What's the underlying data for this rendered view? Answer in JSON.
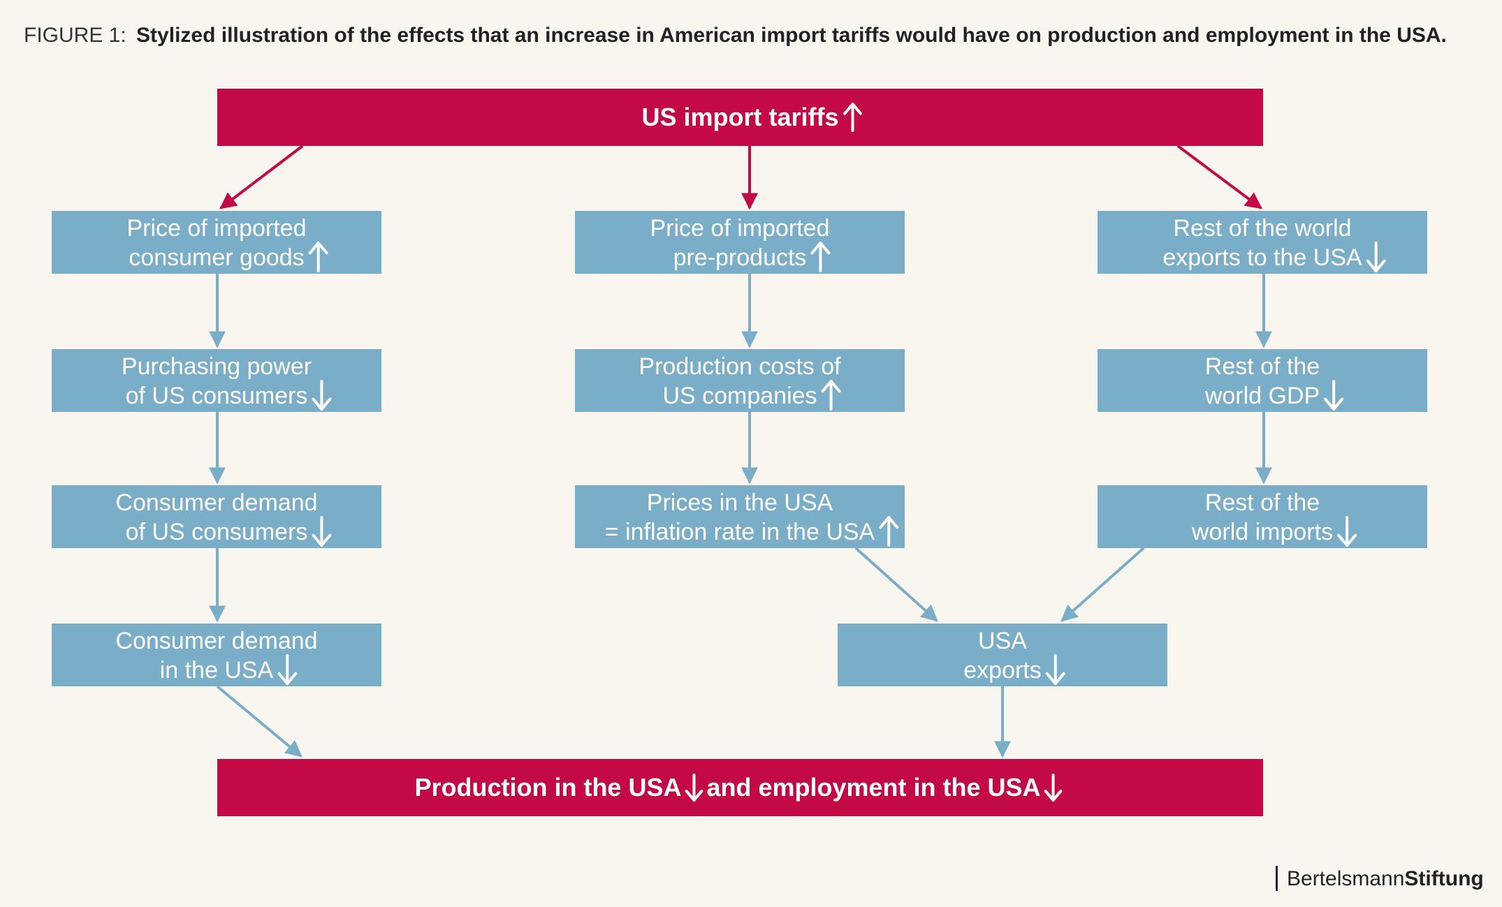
{
  "caption": {
    "prefix": "FIGURE 1:",
    "title": "Stylized illustration of the effects that an increase in American import tariffs would have on production and employment in the USA."
  },
  "nodes": {
    "tariffs": {
      "lines": [
        "US import tariffs"
      ],
      "direction": "up"
    },
    "price_consumer_goods": {
      "lines": [
        "Price of imported",
        "consumer goods"
      ],
      "direction": "up"
    },
    "price_pre_products": {
      "lines": [
        "Price of imported",
        "pre-products"
      ],
      "direction": "up"
    },
    "row_exports": {
      "lines": [
        "Rest of the world",
        "exports to the USA"
      ],
      "direction": "down"
    },
    "purchasing_power": {
      "lines": [
        "Purchasing power",
        "of US consumers"
      ],
      "direction": "down"
    },
    "production_costs": {
      "lines": [
        "Production costs of",
        "US companies"
      ],
      "direction": "up"
    },
    "row_gdp": {
      "lines": [
        "Rest of the",
        "world GDP"
      ],
      "direction": "down"
    },
    "consumer_demand_us_consumers": {
      "lines": [
        "Consumer demand",
        "of US consumers"
      ],
      "direction": "down"
    },
    "prices_usa": {
      "lines": [
        "Prices in the USA",
        "= inflation rate in the USA"
      ],
      "direction": "up"
    },
    "row_imports": {
      "lines": [
        "Rest of the",
        "world imports"
      ],
      "direction": "down"
    },
    "consumer_demand_usa": {
      "lines": [
        "Consumer demand",
        "in the USA"
      ],
      "direction": "down"
    },
    "usa_exports": {
      "lines": [
        "USA",
        "exports"
      ],
      "direction": "down"
    },
    "production": {
      "part1": "Production in the USA",
      "part1_direction": "down",
      "part2": "and employment in the USA",
      "part2_direction": "down"
    }
  },
  "edges": [
    {
      "from": "tariffs",
      "to": "price_consumer_goods",
      "color": "red"
    },
    {
      "from": "tariffs",
      "to": "price_pre_products",
      "color": "red"
    },
    {
      "from": "tariffs",
      "to": "row_exports",
      "color": "red"
    },
    {
      "from": "price_consumer_goods",
      "to": "purchasing_power",
      "color": "blue"
    },
    {
      "from": "purchasing_power",
      "to": "consumer_demand_us_consumers",
      "color": "blue"
    },
    {
      "from": "consumer_demand_us_consumers",
      "to": "consumer_demand_usa",
      "color": "blue"
    },
    {
      "from": "consumer_demand_usa",
      "to": "production",
      "color": "blue"
    },
    {
      "from": "price_pre_products",
      "to": "production_costs",
      "color": "blue"
    },
    {
      "from": "production_costs",
      "to": "prices_usa",
      "color": "blue"
    },
    {
      "from": "prices_usa",
      "to": "usa_exports",
      "color": "blue"
    },
    {
      "from": "row_exports",
      "to": "row_gdp",
      "color": "blue"
    },
    {
      "from": "row_gdp",
      "to": "row_imports",
      "color": "blue"
    },
    {
      "from": "row_imports",
      "to": "usa_exports",
      "color": "blue"
    },
    {
      "from": "usa_exports",
      "to": "production",
      "color": "blue"
    }
  ],
  "colors": {
    "red": "#c30a47",
    "blue": "#7aaec8",
    "background": "#f8f6ef"
  },
  "logo": {
    "light": "Bertelsmann",
    "bold": "Stiftung"
  }
}
